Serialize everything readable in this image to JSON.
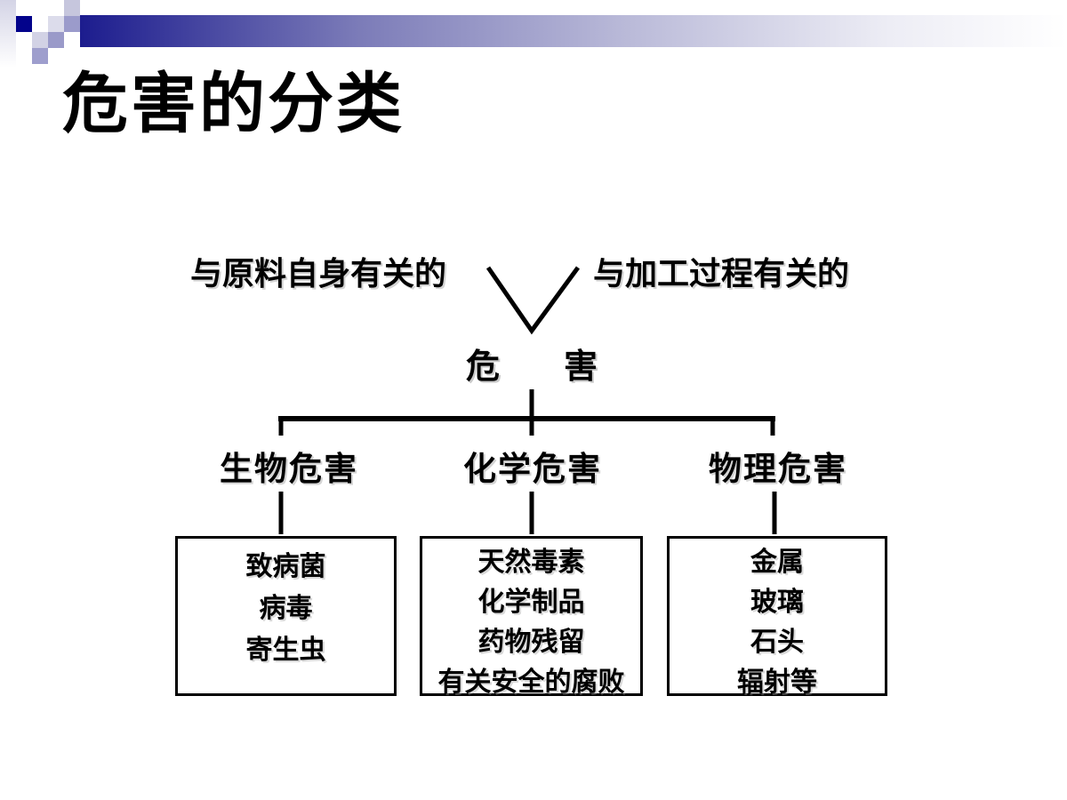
{
  "slide": {
    "title": "危害的分类"
  },
  "diagram": {
    "source_left": "与原料自身有关的",
    "source_right": "与加工过程有关的",
    "root_char_1": "危",
    "root_char_2": "害",
    "branches": [
      {
        "label": "生物危害",
        "items": [
          "致病菌",
          "病毒",
          "寄生虫"
        ]
      },
      {
        "label": "化学危害",
        "items": [
          "天然毒素",
          "化学制品",
          "药物残留",
          "有关安全的腐败"
        ]
      },
      {
        "label": "物理危害",
        "items": [
          "金属",
          "玻璃",
          "石头",
          "辐射等"
        ]
      }
    ]
  },
  "colors": {
    "bar_gradient_start": "#1c1c8e",
    "bar_gradient_end": "#ffffff",
    "navy_square": "#03038b",
    "mid_purple_square": "#9b9bcb",
    "light_purple_square": "#d2d2e5",
    "line_color": "#000000",
    "text_color": "#000000"
  }
}
